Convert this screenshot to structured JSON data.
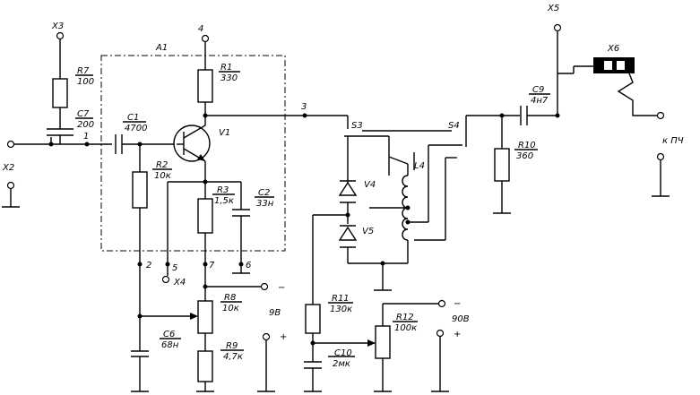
{
  "schematic": {
    "module": "A1",
    "connectors": {
      "x2": "X2",
      "x3": "X3",
      "x4": "X4",
      "x5": "X5",
      "x6": "X6"
    },
    "nodes": {
      "n1": "1",
      "n2": "2",
      "n3": "3",
      "n4": "4",
      "n5": "5",
      "n6": "6",
      "n7": "7"
    },
    "parts": {
      "R7": {
        "ref": "R7",
        "value": "100"
      },
      "C7": {
        "ref": "C7",
        "value": "200"
      },
      "C1": {
        "ref": "C1",
        "value": "4700"
      },
      "R1": {
        "ref": "R1",
        "value": "330"
      },
      "R2": {
        "ref": "R2",
        "value": "10к"
      },
      "R3": {
        "ref": "R3",
        "value": "1,5к"
      },
      "C2": {
        "ref": "C2",
        "value": "33н"
      },
      "V1": {
        "ref": "V1"
      },
      "C6": {
        "ref": "C6",
        "value": "68н"
      },
      "R8": {
        "ref": "R8",
        "value": "10к"
      },
      "R9": {
        "ref": "R9",
        "value": "4,7к"
      },
      "S3": {
        "ref": "S3"
      },
      "S4": {
        "ref": "S4"
      },
      "V4": {
        "ref": "V4"
      },
      "V5": {
        "ref": "V5"
      },
      "L4": {
        "ref": "L4"
      },
      "R11": {
        "ref": "R11",
        "value": "130к"
      },
      "C10": {
        "ref": "C10",
        "value": "2мк"
      },
      "R12": {
        "ref": "R12",
        "value": "100к"
      },
      "C9": {
        "ref": "C9",
        "value": "4н7"
      },
      "R10": {
        "ref": "R10",
        "value": "360"
      }
    },
    "supplies": {
      "low_voltage": "9В",
      "high_voltage": "90В",
      "minus": "−",
      "plus": "+"
    },
    "output_label": "к ПЧ"
  }
}
